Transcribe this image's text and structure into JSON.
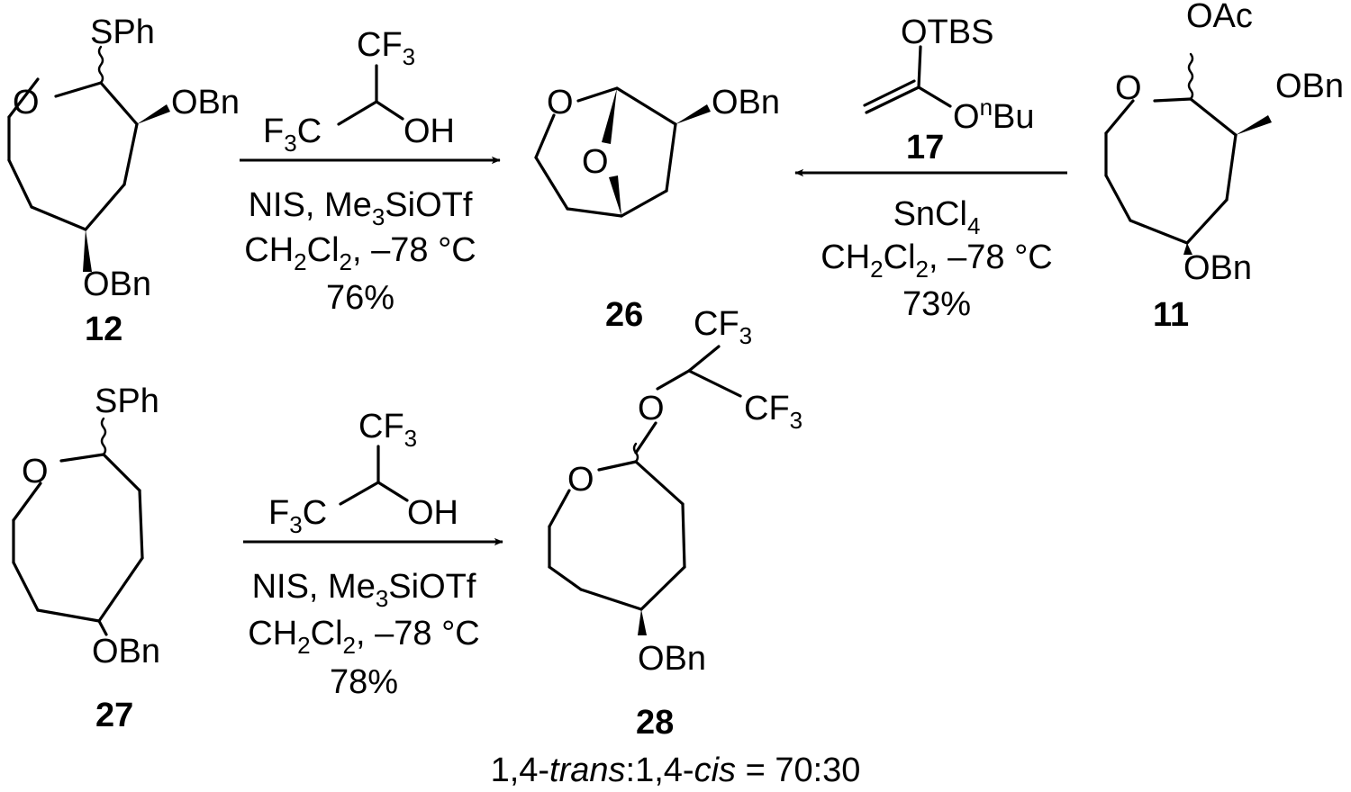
{
  "compounds": {
    "c12": {
      "label": "12",
      "subs": {
        "sph": "SPh",
        "obn_top": "OBn",
        "o_ring": "O",
        "obn_bottom": "OBn"
      }
    },
    "c26": {
      "label": "26",
      "subs": {
        "o_ring": "O",
        "o_bridge": "O",
        "obn": "OBn"
      }
    },
    "c11": {
      "label": "11",
      "subs": {
        "oac": "OAc",
        "obn_top": "OBn",
        "o_ring": "O",
        "obn_bottom": "OBn"
      }
    },
    "c17": {
      "label": "17",
      "subs": {
        "otbs": "OTBS",
        "o": "O",
        "n": "n",
        "bu": "Bu"
      }
    },
    "c27": {
      "label": "27",
      "subs": {
        "sph": "SPh",
        "o_ring": "O",
        "obn": "OBn"
      }
    },
    "c28": {
      "label": "28",
      "subs": {
        "o_ring": "O",
        "o_ether": "O",
        "cf": "CF",
        "three": "3",
        "obn": "OBn"
      },
      "ratio": {
        "prefix1": "1,4-",
        "trans": "trans",
        "mid": ":1,4-",
        "cis": "cis",
        "value": " = 70:30"
      }
    }
  },
  "reagent_hfip": {
    "cf": "CF",
    "three": "3",
    "f": "F",
    "c": "C",
    "oh": "OH"
  },
  "reactions": {
    "r1": {
      "line1_a": "NIS, Me",
      "line1_sub": "3",
      "line1_b": "SiOTf",
      "line2_a": "CH",
      "line2_sub1": "2",
      "line2_b": "Cl",
      "line2_sub2": "2",
      "line2_c": ", –78 °C",
      "yield": "76%"
    },
    "r2": {
      "line1_a": "SnCl",
      "line1_sub": "4",
      "line2_a": "CH",
      "line2_sub1": "2",
      "line2_b": "Cl",
      "line2_sub2": "2",
      "line2_c": ", –78 °C",
      "yield": "73%"
    },
    "r3": {
      "line1_a": "NIS, Me",
      "line1_sub": "3",
      "line1_b": "SiOTf",
      "line2_a": "CH",
      "line2_sub1": "2",
      "line2_b": "Cl",
      "line2_sub2": "2",
      "line2_c": ", –78 °C",
      "yield": "78%"
    }
  }
}
